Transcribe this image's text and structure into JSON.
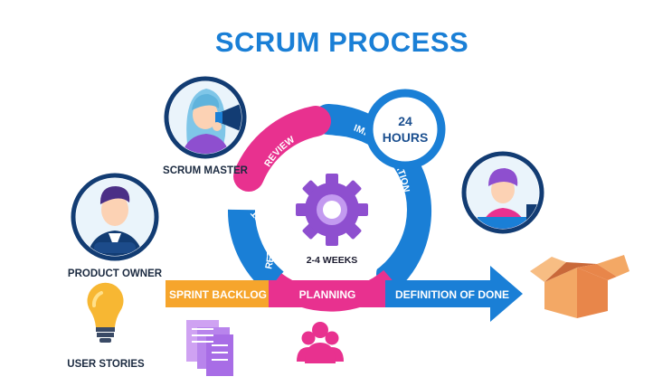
{
  "title": "SCRUM PROCESS",
  "roles": {
    "scrum_master": "SCRUM MASTER",
    "product_owner": "PRODUCT OWNER"
  },
  "artifacts": {
    "user_stories": "USER STORIES"
  },
  "cycle": {
    "review": "REVIEW",
    "implementation": "IMPLEMENTATION",
    "retrospect": "RETROSPECT",
    "duration": "2-4 WEEKS"
  },
  "daily": {
    "line1": "24",
    "line2": "HOURS"
  },
  "flow": {
    "sprint_backlog": "SPRINT BACKLOG",
    "planning": "PLANNING",
    "definition_of_done": "DEFINITION OF DONE"
  },
  "colors": {
    "blue": "#1a7fd6",
    "navy": "#123c73",
    "pink": "#e8318f",
    "orange": "#f6a52c",
    "purple": "#8e4fcf"
  },
  "icons": {
    "gear": "gear-icon",
    "team": "team-icon",
    "documents": "documents-icon",
    "lightbulb": "lightbulb-icon",
    "box": "open-box-icon"
  }
}
